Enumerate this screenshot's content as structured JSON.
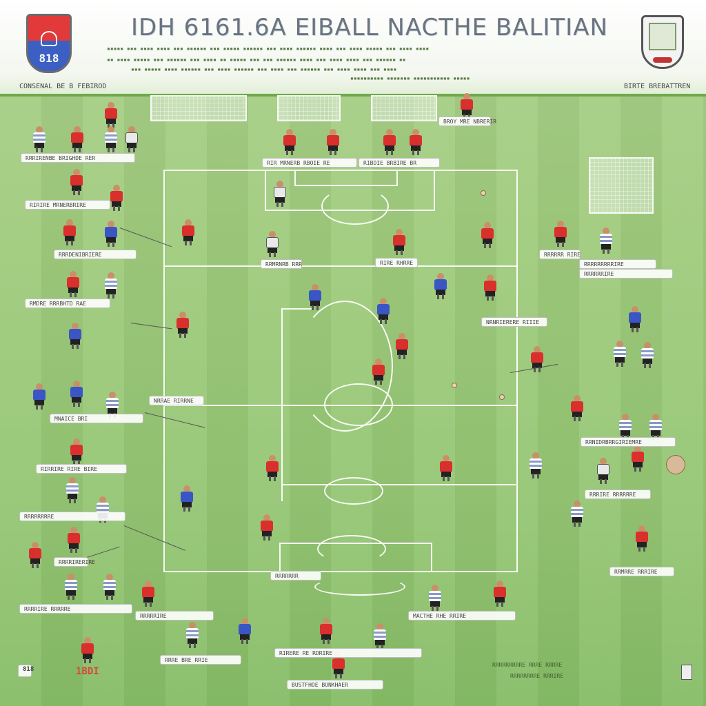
{
  "header": {
    "title": "IDH 6161.6A EIBALL  NACTHE BALITIAN",
    "left_crest_text": "818",
    "left_corner_label": "CONSENAL BE B FEBIROD",
    "right_corner_label": "BIRTE BREBATTREN"
  },
  "colors": {
    "pitch": "#95c674",
    "home_kit": "#d9302d",
    "away_kit": "#3a55c4",
    "lines": "#ffffff"
  },
  "labels": {
    "l1": "BROY  MRE  NBRERIR",
    "l2": "RRRIRENBE BRIGHDE RER",
    "l3": "RIR MRNERB  RBOIE  RE",
    "l4": "RIBDIE  BRBIRE BR",
    "l5": "MNAICE  BRI",
    "l6": "RIRIRE  MRNERBRIRE",
    "l7": "RRRDENIBRIERE",
    "l8": "NRNRIERERE RIIIE",
    "l9": "RRMRNRB  RRR",
    "l10": "RMDRE  RRRBHTD  RAE",
    "l11": "RRRRRRRRRIRE",
    "l12": "RRRRRR RIRE",
    "l13": "RIRE RHRRE",
    "l14": "NRRAE  RIRRNE",
    "l15": "RRNIDRBRRGIRIEMRE",
    "l16": "RIRRIRE  RIRE BIRE",
    "l17": "RRRIRE RRRRRRE",
    "l18": "RRRRRRRRE",
    "l19": "RRRRIRERIRE",
    "l20": "RRMRRE  RRRIRE",
    "l21": "RRRRIRE  RRRRRE",
    "l22": "RRRRRRR",
    "l23": "BUSTFHOE  BUNKHAER",
    "l24": "RIRERE  RE RDRIRE",
    "l25": "MACTHE RHE RRIRE",
    "l26": "RRRRRRIRE",
    "l27": "RRRRRIRE",
    "l28": "RRRE BRE RRIE"
  },
  "footer": {
    "left_badge": "818",
    "left_code": "1BDI",
    "right_line1": "RRRRRRRRRE  RRRE RRRRE",
    "right_line2": "RRRRRRRRE RRRIRE"
  }
}
